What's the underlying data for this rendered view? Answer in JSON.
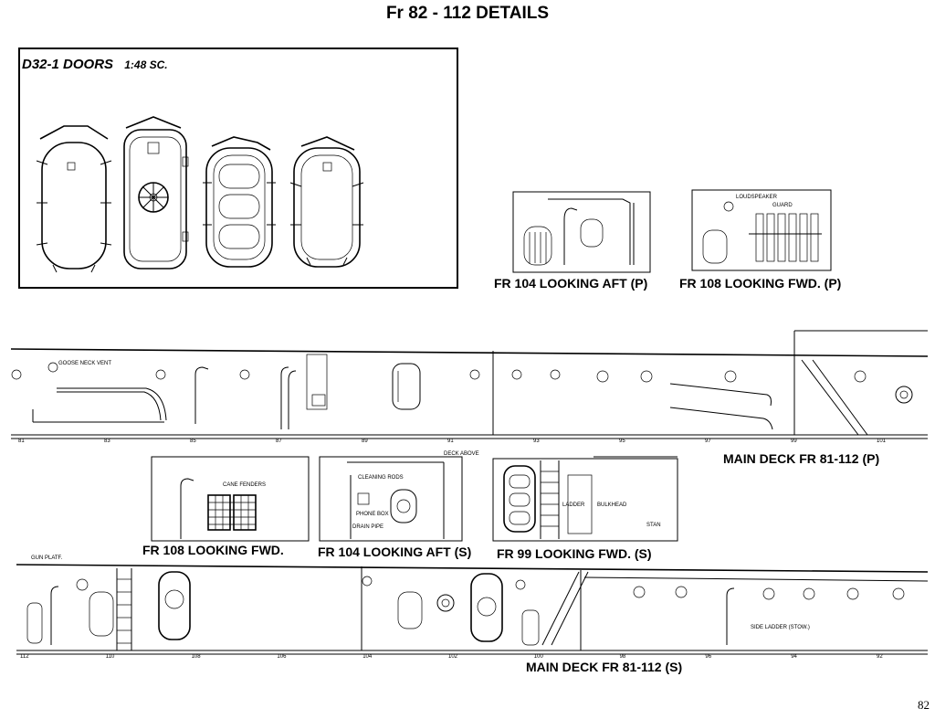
{
  "page": {
    "title": "Fr 82 - 112 DETAILS",
    "page_number": "82"
  },
  "doors_panel": {
    "label": "D32-1",
    "title": "DOORS",
    "scale": "1:48 SC."
  },
  "captions": {
    "fr104_aft_p": "FR 104 LOOKING AFT (P)",
    "fr108_fwd_p": "FR 108 LOOKING FWD. (P)",
    "main_deck_p": "MAIN DECK FR 81-112 (P)",
    "fr108_fwd": "FR 108 LOOKING FWD.",
    "fr104_aft_s": "FR 104 LOOKING AFT (S)",
    "fr99_fwd_s": "FR 99 LOOKING FWD. (S)",
    "main_deck_s": "MAIN DECK FR 81-112 (S)"
  },
  "annotations": {
    "loudspeaker": "LOUDSPEAKER",
    "guard": "GUARD",
    "goose_neck_vent": "GOOSE NECK VENT",
    "cane_fenders": "CANE FENDERS",
    "deck_above": "DECK ABOVE",
    "cleaning rods": "CLEANING RODS",
    "phone_box": "PHONE BOX",
    "drain_pipe": "DRAIN PIPE",
    "bulkhead": "BULKHEAD",
    "ladder": "LADDER",
    "stan": "STAN",
    "side_ladder": "SIDE LADDER (STOW.)",
    "gun_platf": "GUN PLATF."
  },
  "frames_p": [
    "81",
    "83",
    "85",
    "87",
    "89",
    "91",
    "93",
    "95",
    "97",
    "99",
    "101"
  ],
  "frames_s": [
    "112",
    "110",
    "108",
    "106",
    "104",
    "102",
    "100",
    "98",
    "96",
    "94",
    "92"
  ]
}
